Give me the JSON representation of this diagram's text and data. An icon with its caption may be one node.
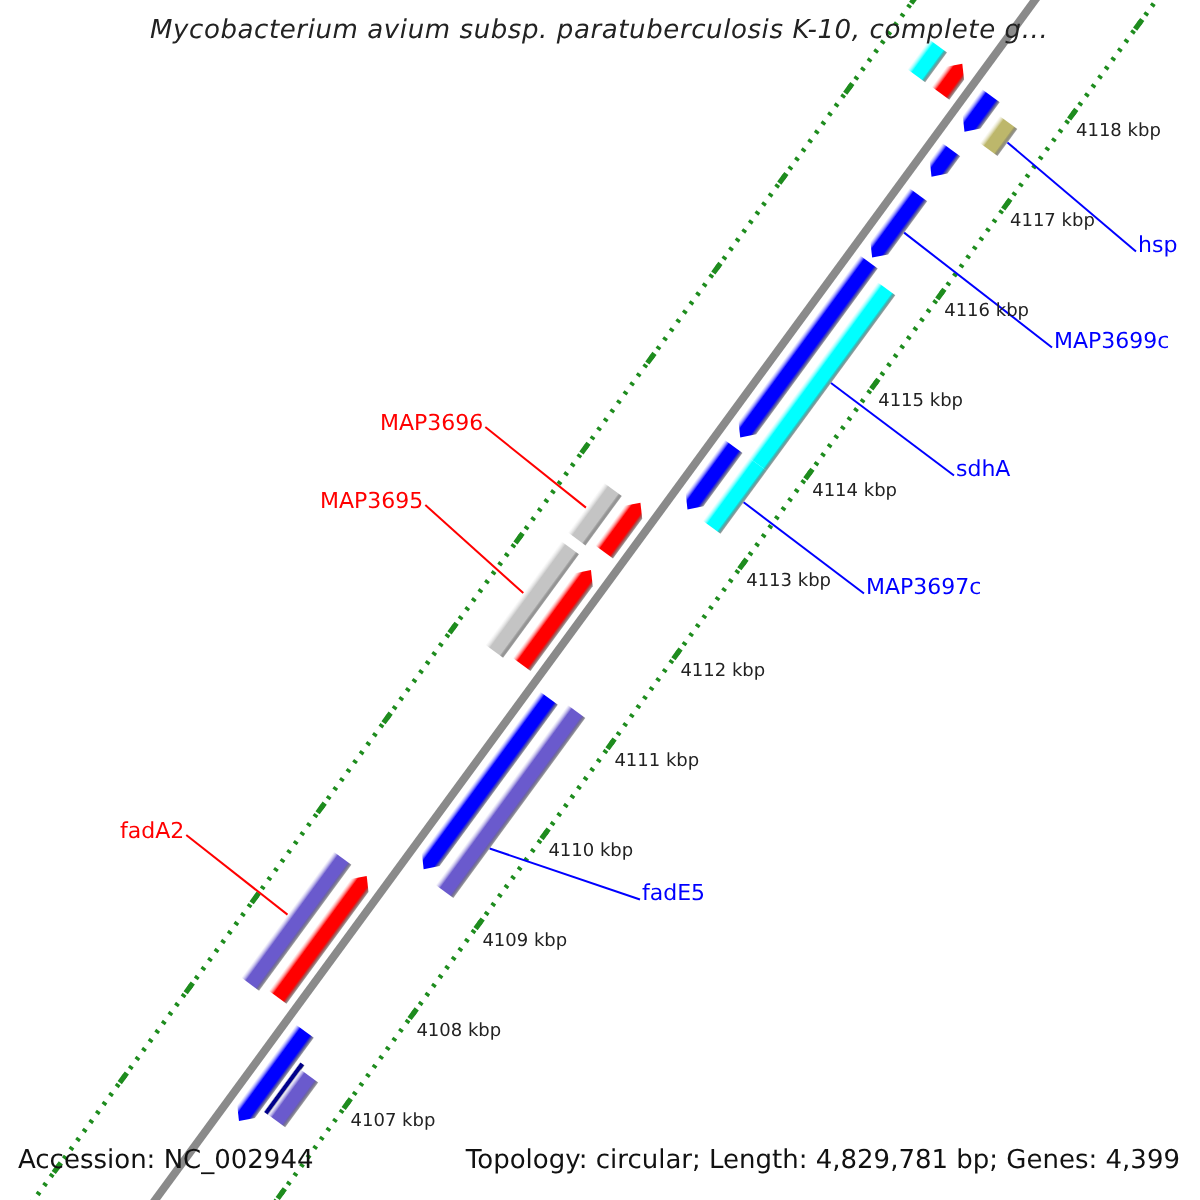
{
  "diagram": {
    "title": "Mycobacterium avium subsp. paratuberculosis K-10, complete g...",
    "nodes": [
      {
        "text": [
          "hsp"
        ]
      },
      {
        "text": [
          "MAP3699c"
        ]
      },
      {
        "text": [
          "sdhA"
        ]
      },
      {
        "text": [
          "MAP3696"
        ]
      },
      {
        "text": [
          "MAP3695"
        ]
      },
      {
        "text": [
          "MAP3697c"
        ]
      },
      {
        "text": [
          "fadA2"
        ]
      },
      {
        "text": [
          "fadE5"
        ]
      },
      {
        "text": [],
        "shape": "pentagon"
      },
      {
        "text": [],
        "shape": "bar"
      },
      {
        "text": [],
        "shape": "pentagon"
      },
      {
        "text": [],
        "shape": "bar"
      },
      {
        "text": [],
        "shape": "pentagon"
      },
      {
        "text": [],
        "shape": "pentagon"
      },
      {
        "text": [],
        "shape": "pentagon"
      },
      {
        "text": [],
        "shape": "bar"
      },
      {
        "text": [],
        "shape": "pentagon"
      },
      {
        "text": [],
        "shape": "bar"
      },
      {
        "text": [],
        "shape": "bar"
      },
      {
        "text": [],
        "shape": "pentagon"
      },
      {
        "text": [],
        "shape": "bar"
      },
      {
        "text": [],
        "shape": "pentagon"
      },
      {
        "text": [],
        "shape": "pentagon"
      },
      {
        "text": [],
        "shape": "bar"
      },
      {
        "text": [],
        "shape": "bar"
      },
      {
        "text": [],
        "shape": "pentagon"
      },
      {
        "text": [],
        "shape": "pentagon"
      },
      {
        "text": [],
        "shape": "bar"
      },
      {
        "text": [],
        "shape": "bar"
      }
    ],
    "edges": [
      {
        "from": 0,
        "to": 11,
        "arrow": "none"
      },
      {
        "from": 1,
        "to": 13,
        "arrow": "none"
      },
      {
        "from": 2,
        "to": 15,
        "arrow": "none"
      },
      {
        "from": 3,
        "to": 18,
        "arrow": "none",
        "color": "#ff0000"
      },
      {
        "from": 4,
        "to": 20,
        "arrow": "none",
        "color": "#ff0000"
      },
      {
        "from": 5,
        "to": 17,
        "arrow": "none"
      },
      {
        "from": 6,
        "to": 24,
        "arrow": "none",
        "color": "#ff0000"
      },
      {
        "from": 7,
        "to": 23,
        "arrow": "none"
      }
    ],
    "labels": [
      "4118 kbp",
      "4117 kbp",
      "4116 kbp",
      "4115 kbp",
      "4114 kbp",
      "4113 kbp",
      "4112 kbp",
      "4111 kbp",
      "4110 kbp",
      "4109 kbp",
      "4108 kbp",
      "4107 kbp",
      "Accession: NC_002944",
      "Topology: circular; Length: 4,829,781 bp; Genes: 4,399"
    ]
  }
}
